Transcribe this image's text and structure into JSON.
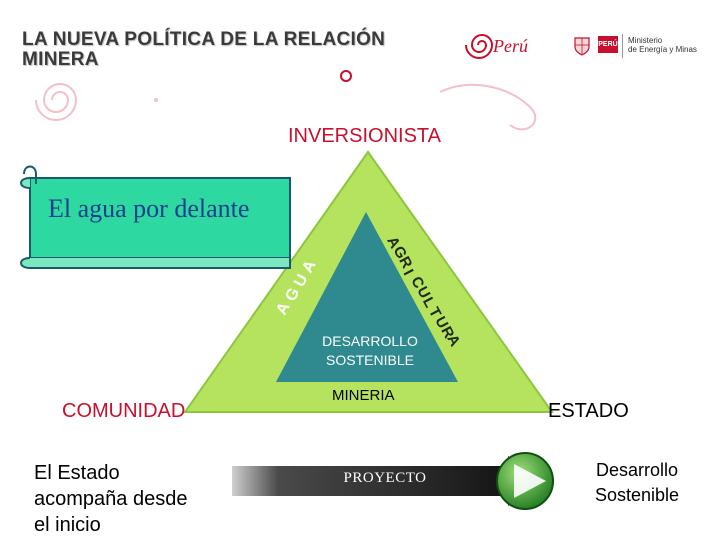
{
  "header": {
    "title_line1": "LA NUEVA POLÍTICA DE LA RELACIÓN",
    "title_line2": "MINERA",
    "peru_logo_text": "Perú",
    "ministry_badge": "PERÚ",
    "ministry_line1": "Ministerio",
    "ministry_line2": "de Energía y Minas"
  },
  "diagram": {
    "top_label": "INVERSIONISTA",
    "left_label": "COMUNIDAD",
    "right_label": "ESTADO",
    "bottom_label": "MINERIA",
    "center_line1": "DESARROLLO",
    "center_line2": "SOSTENIBLE",
    "left_side_letters": [
      "A",
      "G",
      "U",
      "A"
    ],
    "right_side_letters": [
      "A",
      "G",
      "R",
      "I",
      "C",
      "U",
      "L",
      "T",
      "U",
      "R",
      "A"
    ],
    "scroll_text": "El agua por delante"
  },
  "footer": {
    "estado_line1": "El Estado",
    "estado_line2": "acompaña desde",
    "estado_line3": "el inicio",
    "project_label": "PROYECTO",
    "result_line1": "Desarrollo",
    "result_line2": "Sostenible"
  },
  "colors": {
    "triangle_outer": "#b5e35e",
    "triangle_inner": "#2e8a8e",
    "scroll_fill": "#2dd9a0",
    "accent_red": "#c8102e",
    "arrow_dark": "#1a1a1a",
    "circle_green": "#3da23a"
  }
}
